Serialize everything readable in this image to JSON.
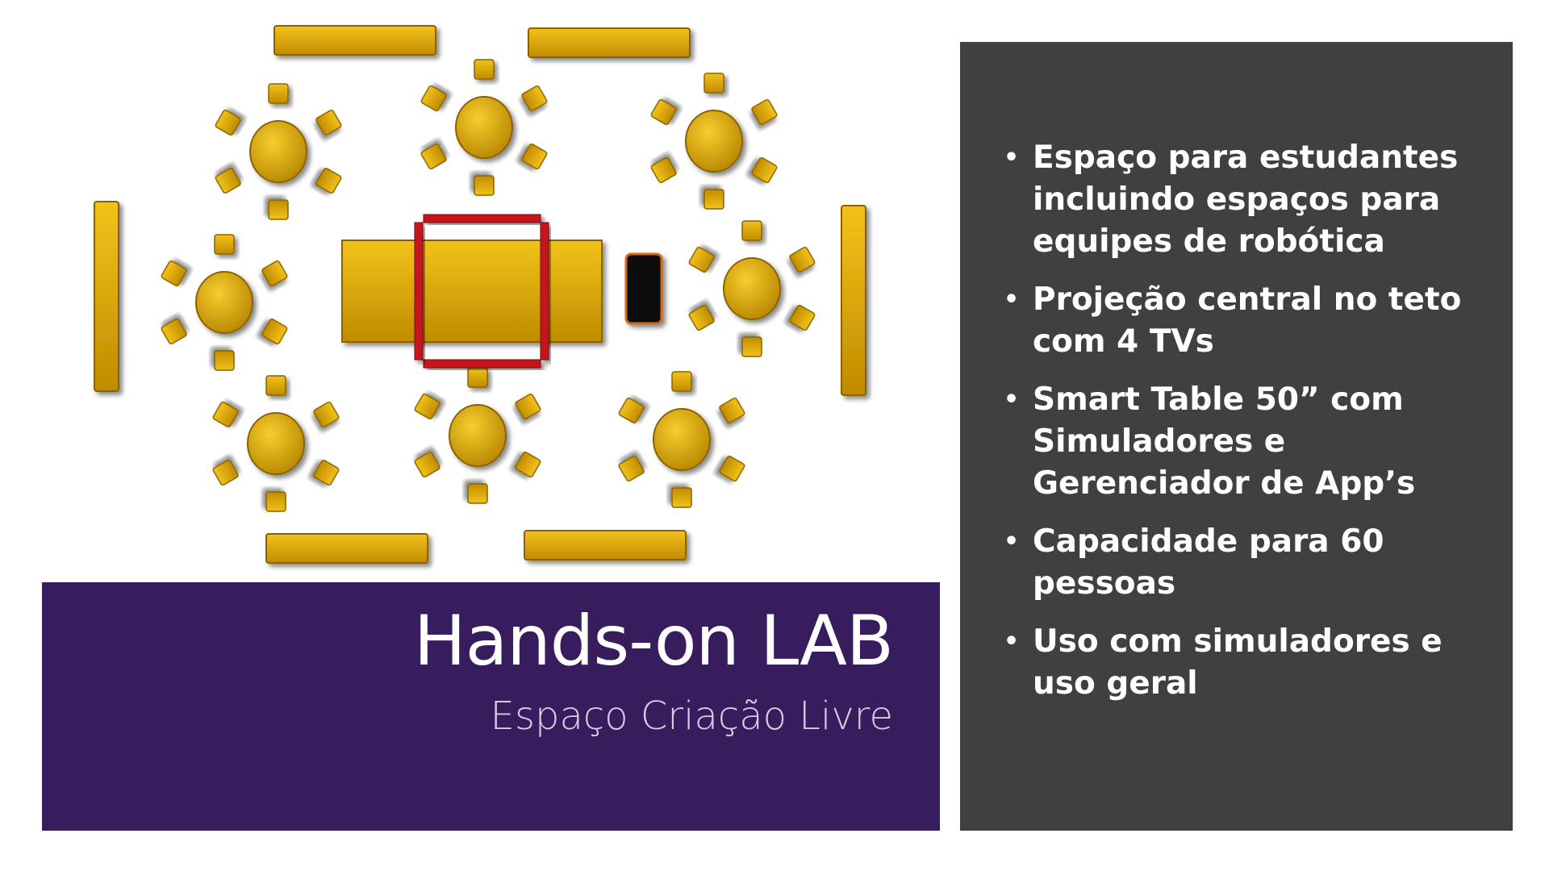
{
  "slide": {
    "title": "Hands-on LAB",
    "subtitle": "Espaço Criação Livre"
  },
  "features": [
    {
      "text": "Espaço para estudantes incluindo espaços para equipes de robótica"
    },
    {
      "text": "Projeção central no teto com 4 TVs"
    },
    {
      "text": "Smart Table 50” com Simuladores e Gerenciador de App’s"
    },
    {
      "text": "Capacidade para 60 pessoas"
    },
    {
      "text": "Uso com simuladores e uso geral"
    }
  ],
  "floorplan": {
    "table_groups": 8,
    "chairs_per_table": 6,
    "bench_count": 6,
    "tv_count": 4,
    "colors": {
      "furniture": "#d9a400",
      "furniture_edge": "#8a6400",
      "tv_frame": "#c4161c",
      "device_body": "#111111",
      "device_edge": "#d2691e"
    }
  },
  "colors": {
    "title_panel": "#371d5e",
    "bullet_panel": "#404040",
    "text": "#ffffff"
  }
}
